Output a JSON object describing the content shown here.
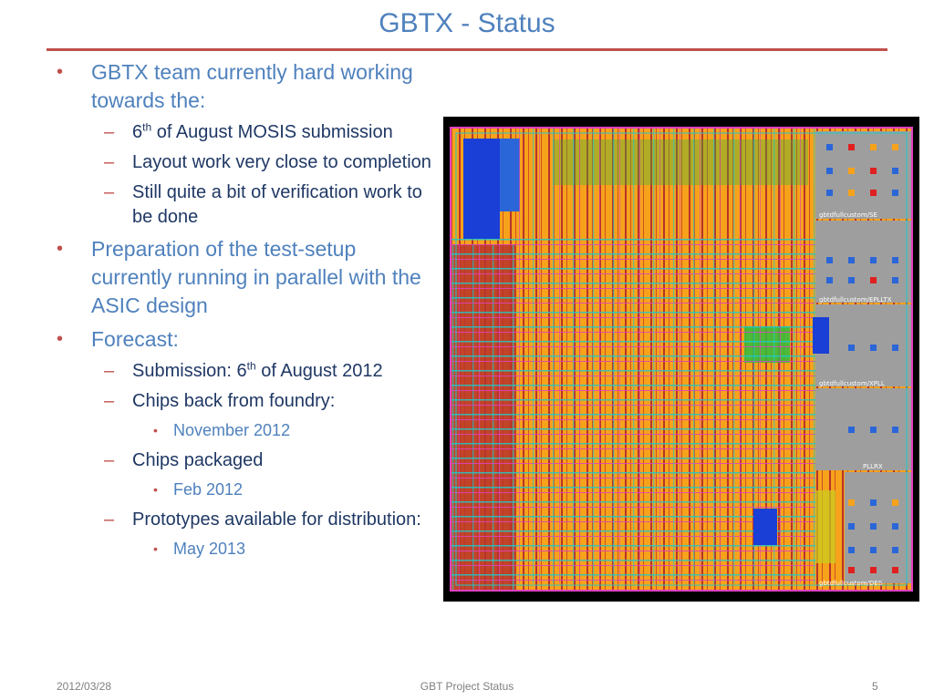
{
  "slide": {
    "title": "GBTX - Status",
    "bullets": {
      "b1_text": "GBTX team currently hard working towards the:",
      "b1_subs": {
        "s1_pre": "6",
        "s1_sup": "th",
        "s1_post": " of August MOSIS submission",
        "s2": "Layout work very close to completion",
        "s3": "Still quite a bit of verification work to be done"
      },
      "b2_text": "Preparation of the test-setup currently running in parallel with the ASIC design",
      "b3_text": "Forecast:",
      "b3_subs": {
        "f1_pre": "Submission: 6",
        "f1_sup": "th",
        "f1_post": " of August 2012",
        "f2": "Chips back from foundry:",
        "f2_sub": "November 2012",
        "f3": "Chips packaged",
        "f3_sub": "Feb 2012",
        "f4": "Prototypes available for distribution:",
        "f4_sub": "May 2013"
      }
    },
    "chip_labels": {
      "l1": "gbtdfullcustom/SE",
      "l2": "gbtdfullcustom/EPLLTX",
      "l3": "gbtdfullcustom/XPLL",
      "l4": "gbtdfullcustom/DES",
      "l5": "PLLRX"
    }
  },
  "footer": {
    "date": "2012/03/28",
    "center": "GBT Project Status",
    "page": "5"
  },
  "colors": {
    "title": "#4f81bd",
    "accent": "#c0504d",
    "sub_text": "#1f3864"
  }
}
